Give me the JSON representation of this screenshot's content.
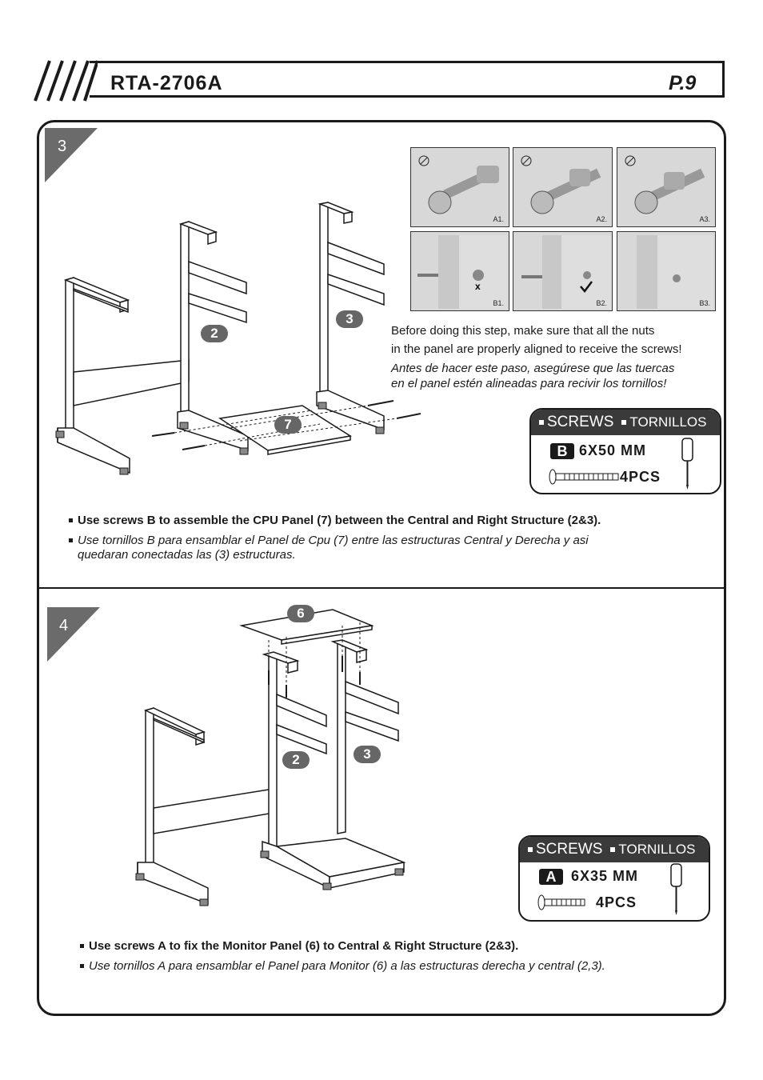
{
  "header": {
    "title": "RTA-2706A",
    "page": "P.9"
  },
  "step3": {
    "number": "3",
    "labels": {
      "part2": "2",
      "part3": "3",
      "part7": "7"
    },
    "photos": [
      {
        "label": "A1."
      },
      {
        "label": "A2."
      },
      {
        "label": "A3."
      },
      {
        "label": "B1."
      },
      {
        "label": "B2."
      },
      {
        "label": "B3."
      }
    ],
    "note_en_1": "Before doing this step, make sure that all the nuts",
    "note_en_2": "in the panel are properly aligned to receive the screws!",
    "note_es_1": "Antes de hacer este paso, asegúrese que las tuercas",
    "note_es_2": "en el panel estén alineadas para recivir los tornillos!",
    "screws": {
      "head_en": "SCREWS",
      "head_es": "TORNILLOS",
      "code": "B",
      "size": "6X50 MM",
      "qty": "4PCS"
    },
    "instr_en": "Use screws B to assemble the CPU Panel (7) between the Central and Right Structure (2&3).",
    "instr_es_1": "Use tornillos B para ensamblar el Panel de Cpu (7) entre las estructuras Central y Derecha y asi",
    "instr_es_2": "quedaran conectadas las (3) estructuras."
  },
  "step4": {
    "number": "4",
    "labels": {
      "part6": "6",
      "part2": "2",
      "part3": "3"
    },
    "screws": {
      "head_en": "SCREWS",
      "head_es": "TORNILLOS",
      "code": "A",
      "size": "6X35 MM",
      "qty": "4PCS"
    },
    "instr_en": "Use screws A to fix the Monitor Panel (6) to Central & Right Structure (2&3).",
    "instr_es": "Use tornillos A para ensamblar el Panel para Monitor (6) a las estructuras derecha y central (2,3)."
  }
}
